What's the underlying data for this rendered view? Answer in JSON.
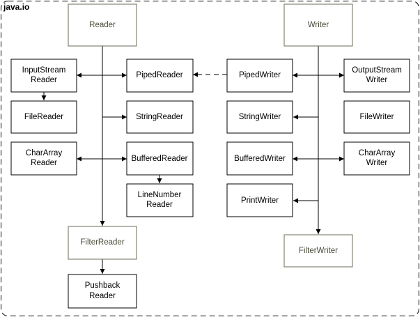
{
  "package_label": "java.io",
  "nodes": {
    "reader": "Reader",
    "writer": "Writer",
    "input_stream_reader": [
      "InputStream",
      "Reader"
    ],
    "file_reader": "FileReader",
    "chararray_reader": [
      "CharArray",
      "Reader"
    ],
    "piped_reader": "PipedReader",
    "string_reader": "StringReader",
    "buffered_reader": "BufferedReader",
    "line_number_reader": [
      "LineNumber",
      "Reader"
    ],
    "filter_reader": "FilterReader",
    "pushback_reader": [
      "Pushback",
      "Reader"
    ],
    "piped_writer": "PipedWriter",
    "string_writer": "StringWriter",
    "buffered_writer": "BufferedWriter",
    "print_writer": "PrintWriter",
    "output_stream_writer": [
      "OutputStream",
      "Writer"
    ],
    "file_writer": "FileWriter",
    "chararray_writer": [
      "CharArray",
      "Writer"
    ],
    "filter_writer": "FilterWriter"
  }
}
